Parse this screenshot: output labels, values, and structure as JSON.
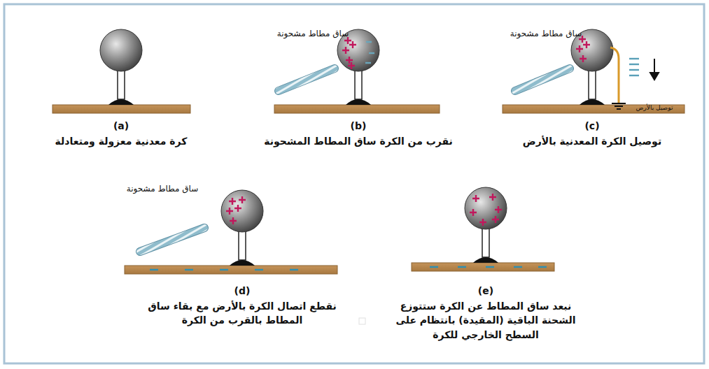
{
  "diagram": {
    "labels": [
      "ساق مطاط مشحونة",
      "ساق مطاط مشحونة",
      "توصيل بالأرض",
      "(a)",
      "كرة معدنية معزولة ومتعادلة",
      "(b)",
      "نقرب من الكرة ساق المطاط المشحونة",
      "(c)",
      "توصيل الكرة المعدنية بالأرض",
      "ساق مطاط مشحونة",
      "(d)",
      "نقطع اتصال الكرة بالأرض مع بقاء ساق المطاط بالقرب من الكرة",
      "(e)",
      "نبعد ساق المطاط عن الكرة ستتوزع الشحنة الباقية (المقيدة) بانتظام على السطح الخارجي للكرة"
    ]
  }
}
